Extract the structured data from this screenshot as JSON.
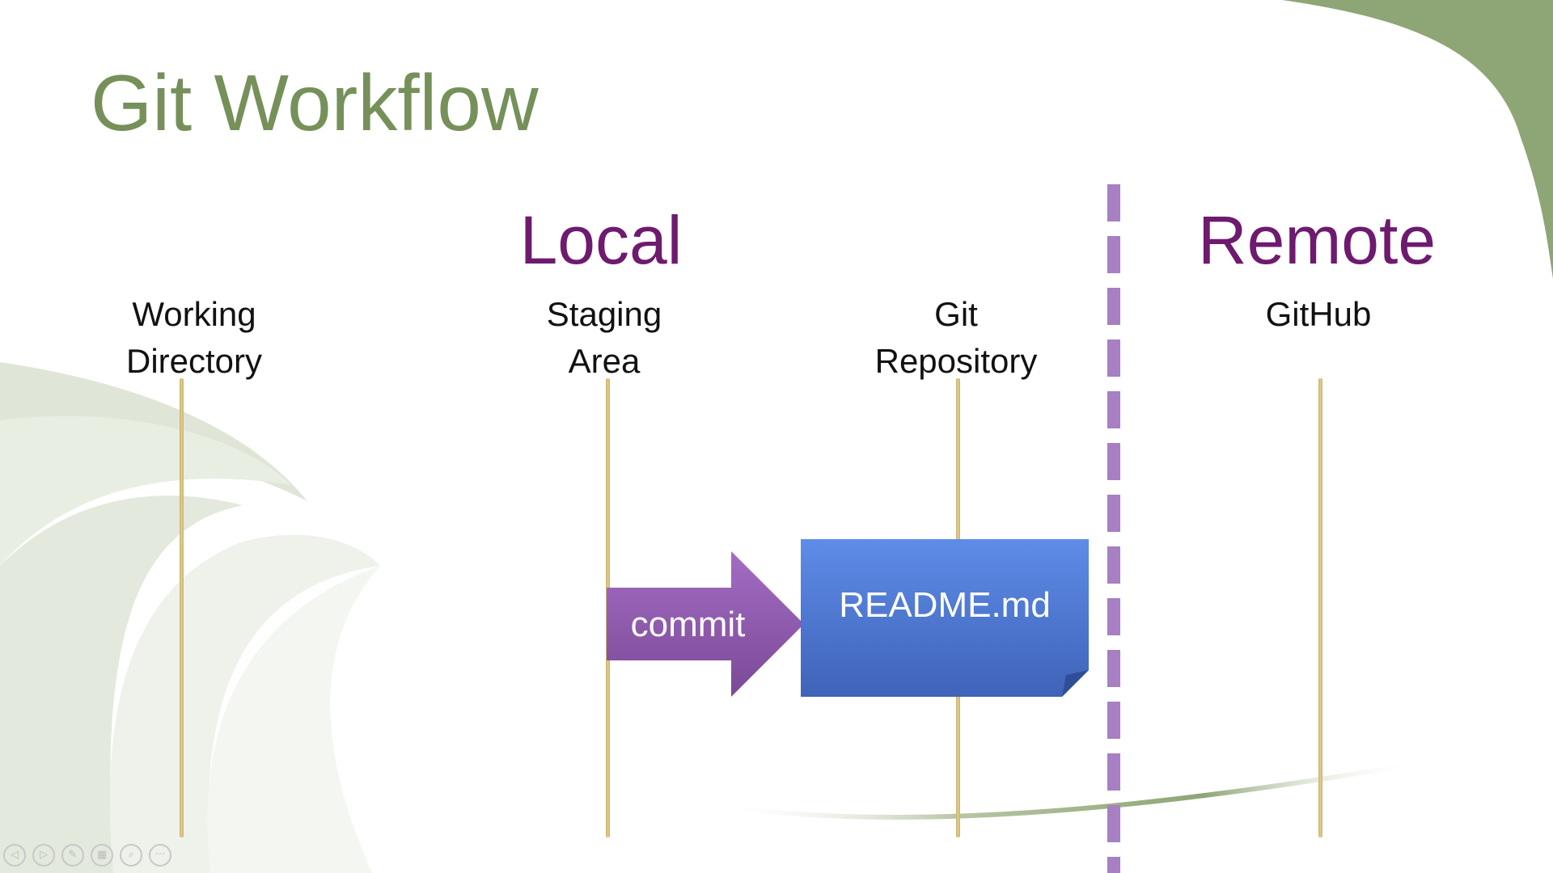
{
  "slide": {
    "title": "Git Workflow"
  },
  "sections": {
    "local": "Local",
    "remote": "Remote"
  },
  "lanes": [
    {
      "line1": "Working",
      "line2": "Directory"
    },
    {
      "line1": "Staging",
      "line2": "Area"
    },
    {
      "line1": "Git",
      "line2": "Repository"
    },
    {
      "line1": "GitHub",
      "line2": ""
    }
  ],
  "commit_arrow": {
    "label": "commit"
  },
  "file_card": {
    "label": "README.md"
  },
  "nav_controls": [
    {
      "icon": "previous-slide-icon",
      "glyph": "◁"
    },
    {
      "icon": "next-slide-icon",
      "glyph": "▷"
    },
    {
      "icon": "pen-icon",
      "glyph": "✎"
    },
    {
      "icon": "slides-grid-icon",
      "glyph": "▦"
    },
    {
      "icon": "zoom-icon",
      "glyph": "⌕"
    },
    {
      "icon": "more-options-icon",
      "glyph": "···"
    }
  ],
  "colors": {
    "title": "#76905a",
    "section_label": "#6e1a6e",
    "lane_line": "#c9b06a",
    "divider": "#a77fc2",
    "commit_arrow_top": "#a46cc4",
    "commit_arrow_bottom": "#7a4a95",
    "file_card_top": "#5e8ce8",
    "file_card_bottom": "#3f63b8",
    "accent_green": "#8ea676"
  }
}
